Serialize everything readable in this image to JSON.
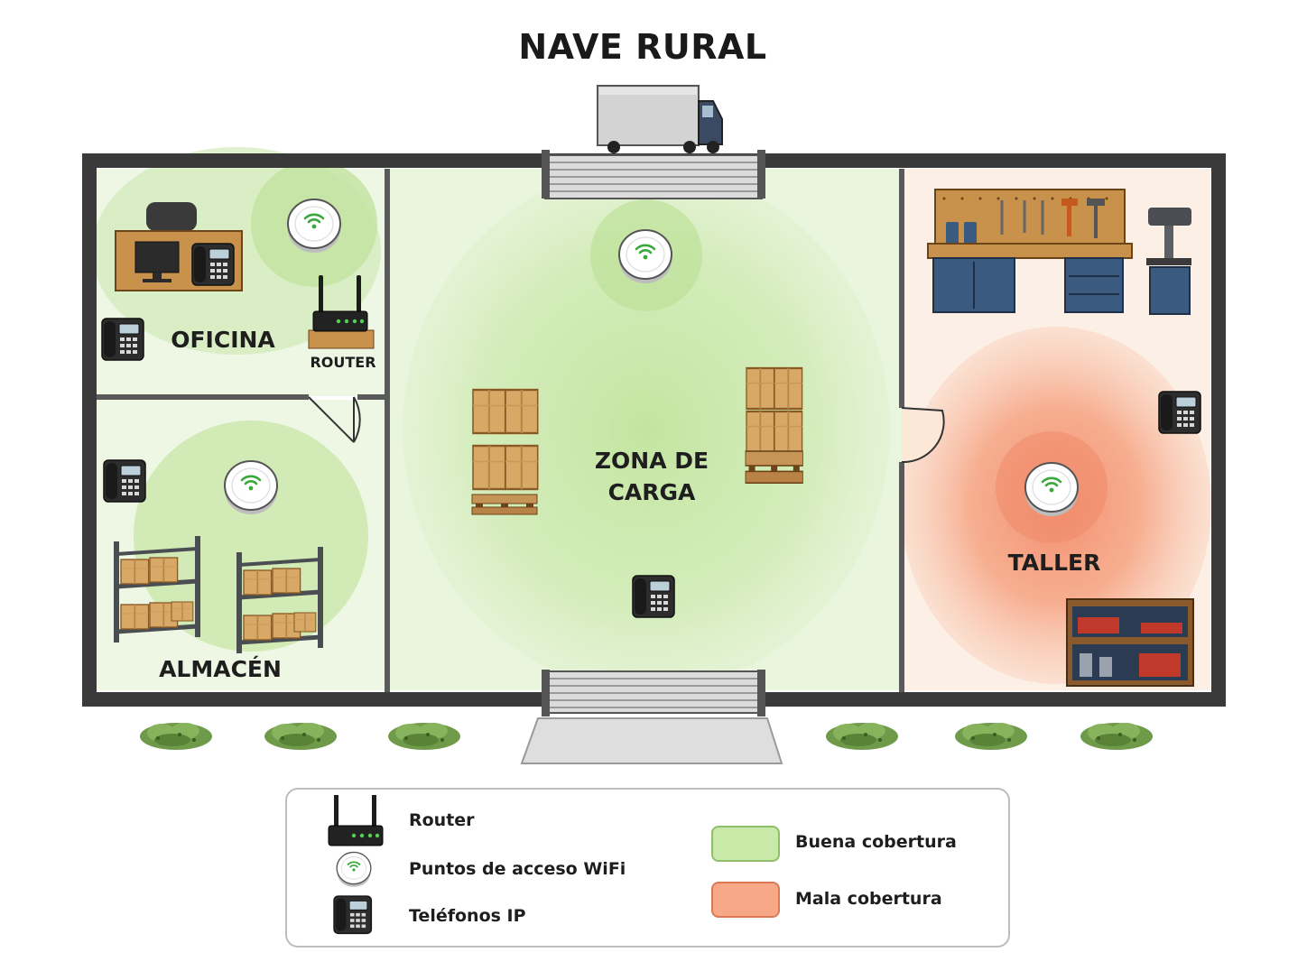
{
  "title": "NAVE RURAL",
  "rooms": {
    "oficina": "OFICINA",
    "almacen": "ALMACÉN",
    "zona_carga_line1": "ZONA DE",
    "zona_carga_line2": "CARGA",
    "taller": "TALLER"
  },
  "router_label": "ROUTER",
  "legend": {
    "router": "Router",
    "access_points": "Puntos de acceso WiFi",
    "ip_phones": "Teléfonos IP",
    "good_coverage": "Buena cobertura",
    "bad_coverage": "Mala cobertura"
  },
  "colors": {
    "good_coverage": "#c9e9a8",
    "bad_coverage": "#f7a886",
    "wall": "#3a3a3a",
    "wifi_signal": "#3aa83a"
  },
  "icons": {
    "router": "router-icon",
    "access_point": "wifi-access-point-icon",
    "ip_phone": "ip-phone-icon",
    "truck": "truck-icon"
  }
}
